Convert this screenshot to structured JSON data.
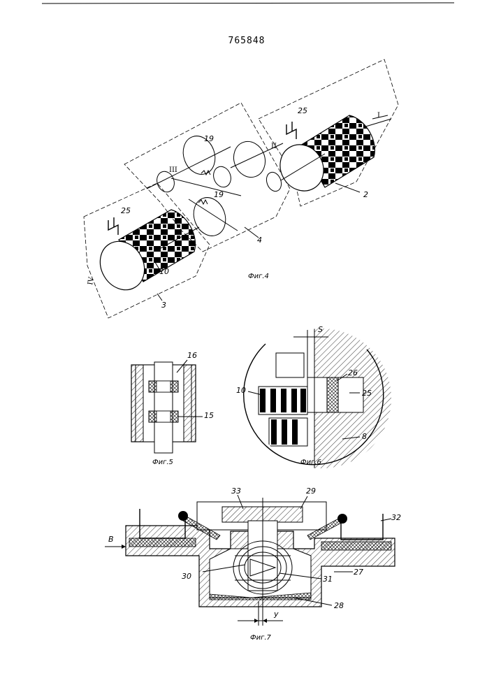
{
  "patent_number": "765848",
  "figures": {
    "fig4": {
      "caption": "Фиг.4",
      "labels": {
        "part_2": "2",
        "part_3": "3",
        "part_4": "4",
        "part_10": "10",
        "part_19_upper": "19",
        "part_19_lower": "19",
        "part_25_right": "25",
        "part_25_left": "25",
        "roman_I": "I",
        "roman_II": "II",
        "roman_III": "III",
        "roman_IV": "IV"
      }
    },
    "fig5": {
      "caption": "Фиг.5",
      "labels": {
        "part_16": "16",
        "part_15": "15"
      }
    },
    "fig6": {
      "caption": "Фиг.6",
      "labels": {
        "gap_S": "S",
        "part_26": "26",
        "part_25": "25",
        "part_10": "10",
        "part_8": "8"
      }
    },
    "fig7": {
      "caption": "Фиг.7",
      "labels": {
        "part_33": "33",
        "part_29": "29",
        "part_32": "32",
        "flow_B": "B",
        "part_30": "30",
        "part_31": "31",
        "part_27": "27",
        "part_28": "28",
        "offset_y": "y"
      }
    }
  }
}
